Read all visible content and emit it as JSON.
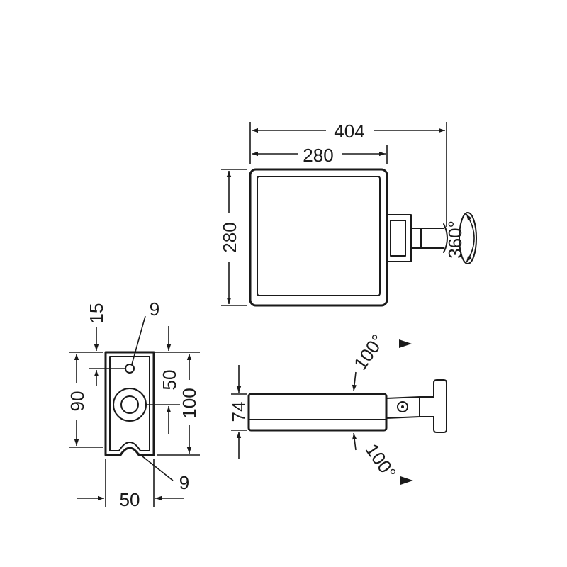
{
  "dimensions": {
    "top_width_total": "404",
    "top_width_panel": "280",
    "top_height_panel": "280",
    "rotation": "360°",
    "side_angle_top": "100°",
    "side_angle_bottom": "100°",
    "side_thickness": "74",
    "plate_top_offset": "15",
    "plate_top_hole": "9",
    "plate_hole_spacing": "50",
    "plate_height_inner": "90",
    "plate_height_total": "100",
    "plate_bottom_slot": "9",
    "plate_width": "50"
  }
}
